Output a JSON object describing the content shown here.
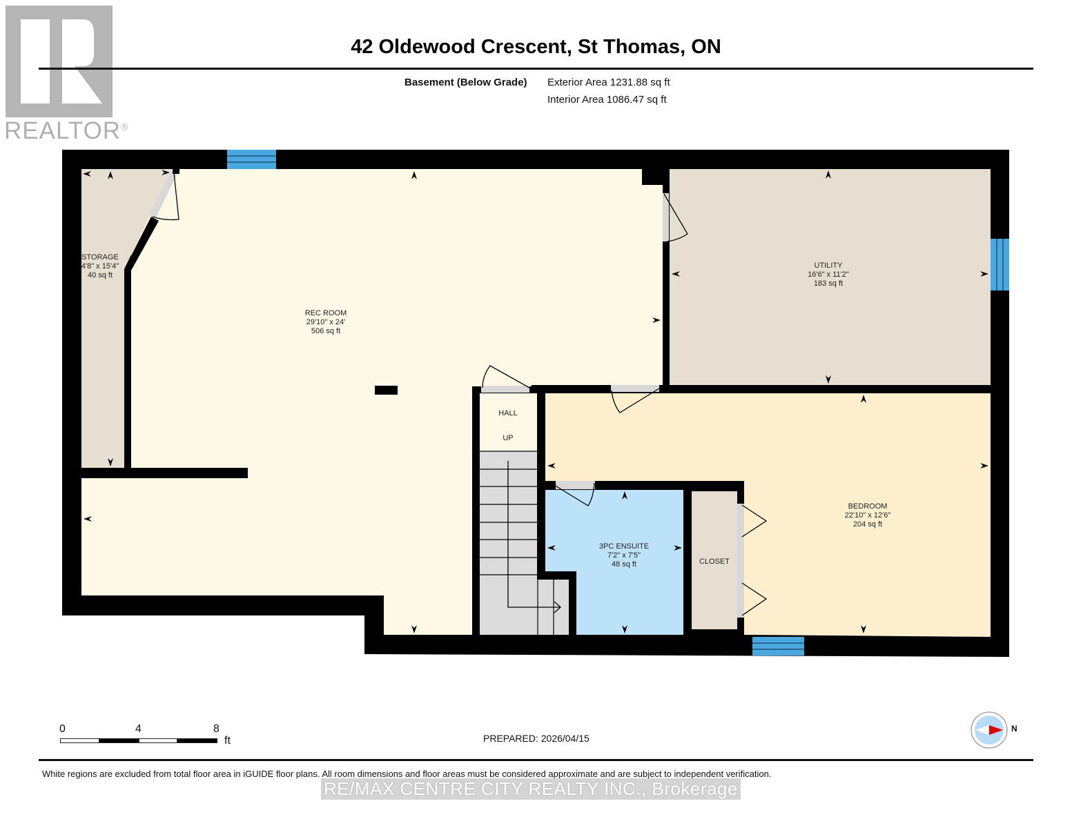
{
  "branding": {
    "logo_letter": "R",
    "logo_text": "REALTOR",
    "logo_registered": "®",
    "watermark": "RE/MAX CENTRE CITY REALTY INC., Brokerage"
  },
  "header": {
    "title": "42 Oldewood Crescent, St Thomas, ON",
    "level": "Basement (Below Grade)",
    "exterior_area": "Exterior Area 1231.88 sq ft",
    "interior_area": "Interior Area 1086.47 sq ft"
  },
  "rooms": [
    {
      "name": "STORAGE",
      "dims": "4'8\" x 15'4\"",
      "area": "40 sq ft",
      "color": "#e6dfd1"
    },
    {
      "name": "REC ROOM",
      "dims": "29'10\" x 24'",
      "area": "506 sq ft",
      "color": "#fef8e6"
    },
    {
      "name": "UTILITY",
      "dims": "16'6\" x 11'2\"",
      "area": "183 sq ft",
      "color": "#e6dfd1"
    },
    {
      "name": "BEDROOM",
      "dims": "22'10\" x 12'6\"",
      "area": "204 sq ft",
      "color": "#fef0cf"
    },
    {
      "name": "3PC ENSUITE",
      "dims": "7'2\" x 7'5\"",
      "area": "48 sq ft",
      "color": "#bfe2fb"
    },
    {
      "name": "CLOSET",
      "dims": "",
      "area": "",
      "color": "#e6dfd1"
    },
    {
      "name": "HALL",
      "dims": "",
      "area": "",
      "color": "#fef8e6"
    }
  ],
  "stairs": {
    "label": "UP",
    "color": "#dcdcdc"
  },
  "colors": {
    "wall": "#000000",
    "window": "#4aa8e0",
    "door": "#d8d8d8"
  },
  "scale": {
    "ticks": [
      "0",
      "4",
      "8"
    ],
    "unit": "ft"
  },
  "footer": {
    "prepared": "PREPARED: 2026/04/15",
    "compass_label": "N",
    "disclaimer": "White regions are excluded from total floor area in iGUIDE floor plans. All room dimensions and floor areas must be considered approximate and are subject to independent verification."
  }
}
